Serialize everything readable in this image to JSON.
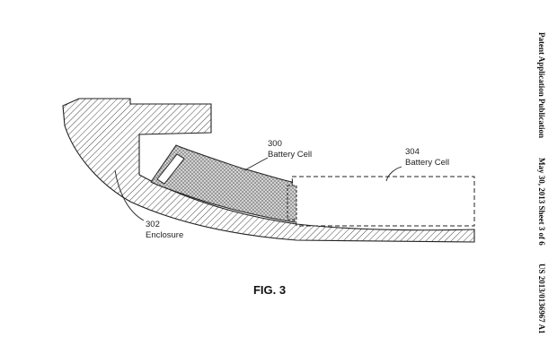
{
  "sheet_header": {
    "publication": "Patent Application Publication",
    "date_sheet": "May 30, 2013  Sheet 3 of 6",
    "number": "US 2013/0136967 A1"
  },
  "labels": {
    "battery_cell_300": {
      "ref": "300",
      "text": "Battery Cell"
    },
    "battery_cell_304": {
      "ref": "304",
      "text": "Battery Cell"
    },
    "enclosure_302": {
      "ref": "302",
      "text": "Enclosure"
    }
  },
  "figure_caption": "FIG. 3",
  "colors": {
    "line": "#222222",
    "background": "#ffffff"
  }
}
